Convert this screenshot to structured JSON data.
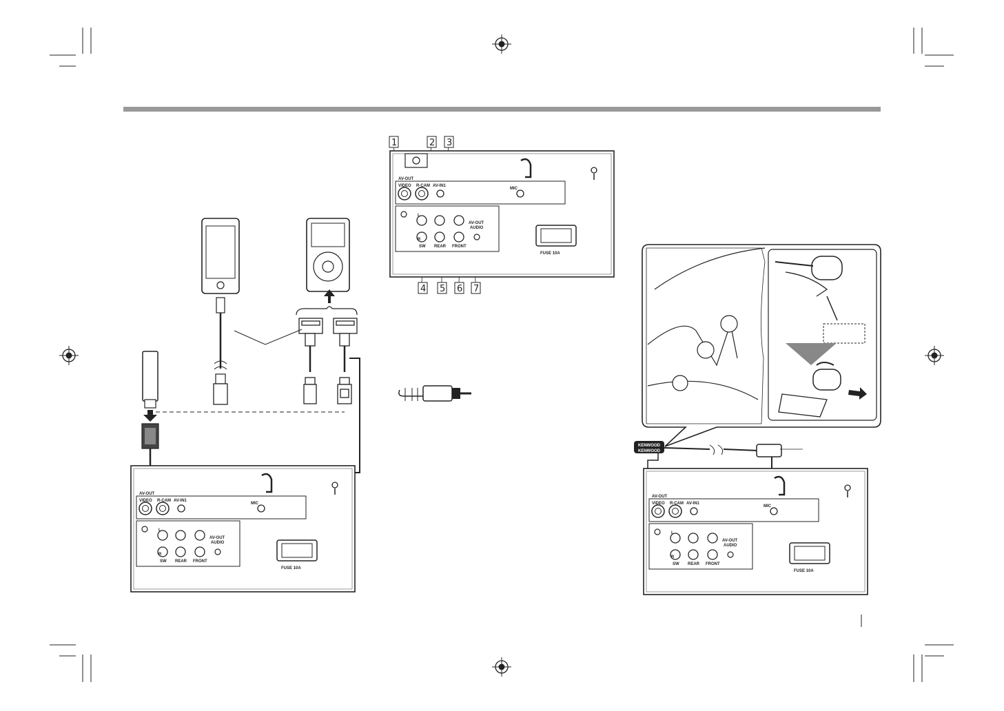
{
  "panel_labels": {
    "av_out": "AV-OUT",
    "video": "VIDEO",
    "r_cam": "R-CAM",
    "av_in1": "AV-IN1",
    "mic": "MIC",
    "l": "L",
    "r": "R",
    "sw": "SW",
    "rear": "REAR",
    "front": "FRONT",
    "av_out_audio_1": "AV-OUT",
    "av_out_audio_2": "AUDIO",
    "fuse": "FUSE 10A"
  },
  "callouts": [
    "1",
    "2",
    "3",
    "4",
    "5",
    "6",
    "7"
  ],
  "mic_plug_text": [
    "KENWOOD",
    "KENWOOD"
  ],
  "icons": [
    "registration-mark-icon",
    "crop-mark-icon",
    "usb-plug-icon",
    "headset-plug-icon",
    "up-arrow-icon",
    "down-arrow-icon"
  ]
}
